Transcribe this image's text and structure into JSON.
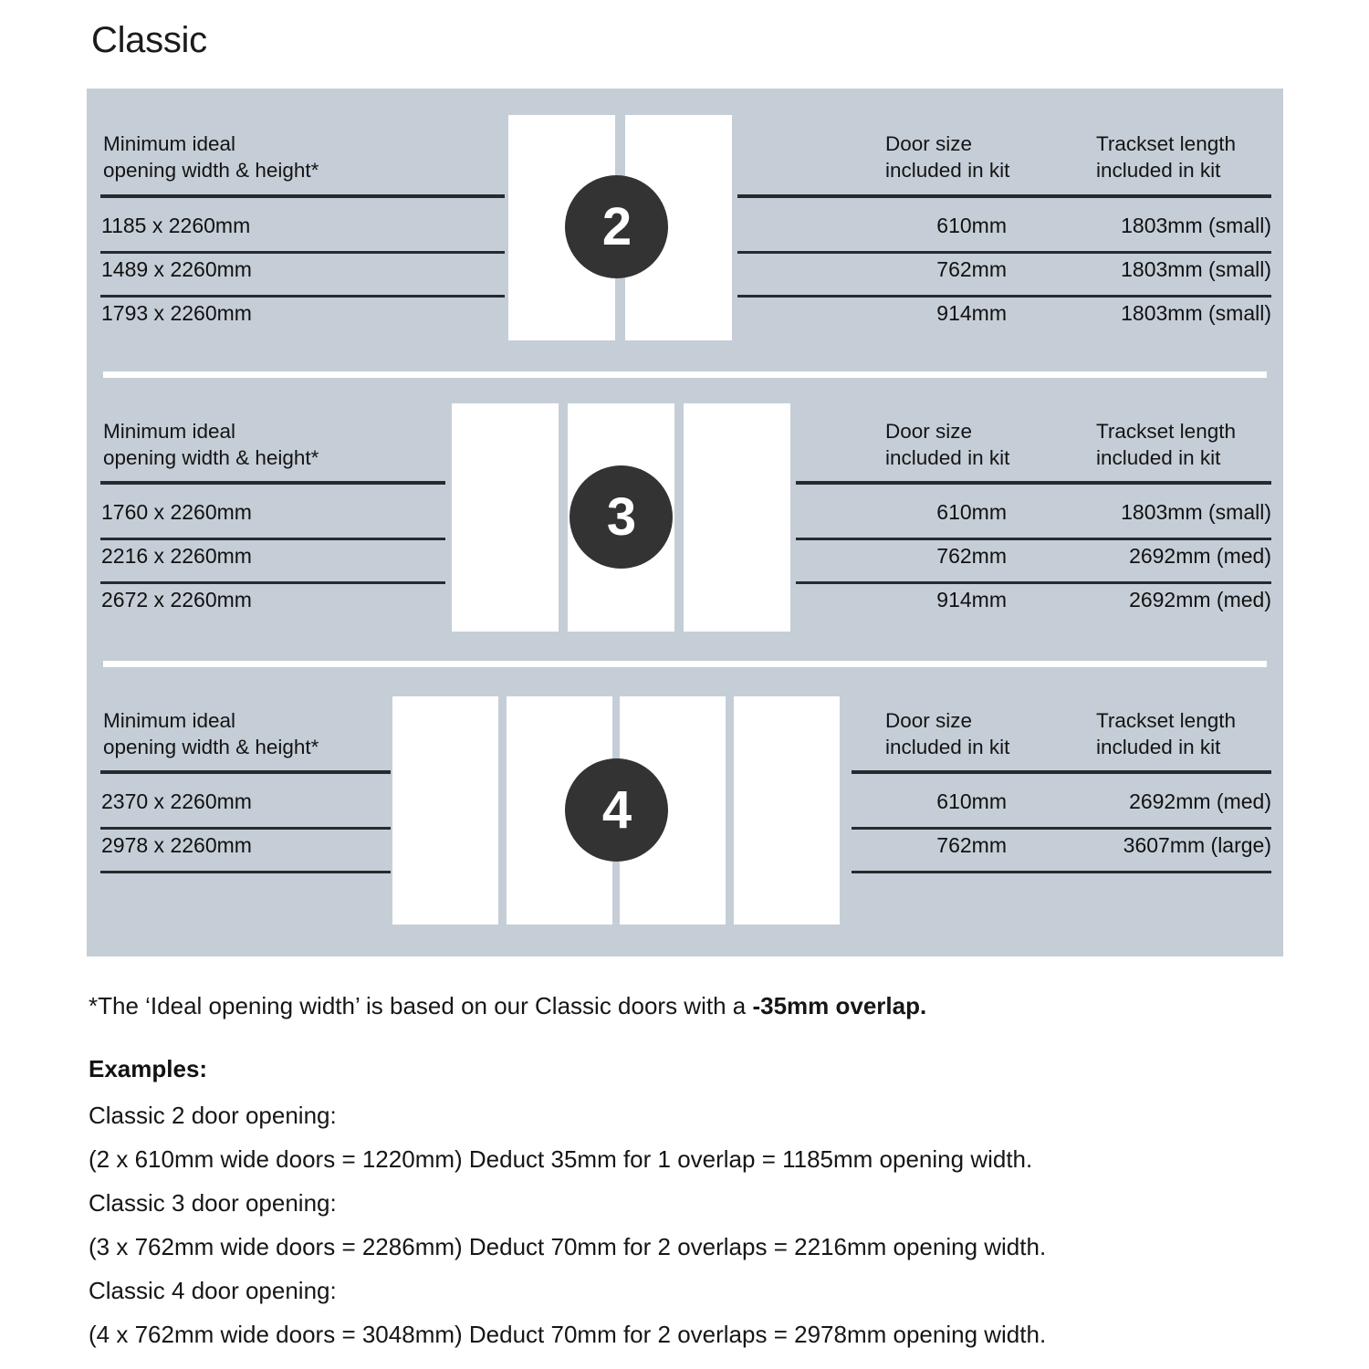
{
  "title": "Classic",
  "colors": {
    "panel_bg": "#c5ced7",
    "rule": "#262b2e",
    "badge_bg": "#333333",
    "door_fill": "#ffffff",
    "text": "#111111"
  },
  "panels": [
    {
      "badge": "2",
      "door_count": 2,
      "left_header": {
        "line1": "Minimum ideal",
        "line2": "opening width & height*"
      },
      "mid_header": {
        "line1": "Door size",
        "line2": "included in kit"
      },
      "right_header": {
        "line1": "Trackset length",
        "line2": "included in kit"
      },
      "rows": [
        {
          "opening": "1185 x 2260mm",
          "door_size": "610mm",
          "trackset": "1803mm (small)"
        },
        {
          "opening": "1489 x 2260mm",
          "door_size": "762mm",
          "trackset": "1803mm (small)"
        },
        {
          "opening": "1793 x 2260mm",
          "door_size": "914mm",
          "trackset": "1803mm (small)"
        }
      ]
    },
    {
      "badge": "3",
      "door_count": 3,
      "left_header": {
        "line1": "Minimum ideal",
        "line2": "opening width & height*"
      },
      "mid_header": {
        "line1": "Door size",
        "line2": "included in kit"
      },
      "right_header": {
        "line1": "Trackset length",
        "line2": "included in kit"
      },
      "rows": [
        {
          "opening": "1760 x 2260mm",
          "door_size": "610mm",
          "trackset": "1803mm (small)"
        },
        {
          "opening": "2216 x 2260mm",
          "door_size": "762mm",
          "trackset": "2692mm (med)"
        },
        {
          "opening": "2672 x 2260mm",
          "door_size": "914mm",
          "trackset": "2692mm (med)"
        }
      ]
    },
    {
      "badge": "4",
      "door_count": 4,
      "left_header": {
        "line1": "Minimum ideal",
        "line2": "opening width & height*"
      },
      "mid_header": {
        "line1": "Door size",
        "line2": "included in kit"
      },
      "right_header": {
        "line1": "Trackset length",
        "line2": "included in kit"
      },
      "rows": [
        {
          "opening": "2370 x 2260mm",
          "door_size": "610mm",
          "trackset": "2692mm (med)"
        },
        {
          "opening": "2978 x 2260mm",
          "door_size": "762mm",
          "trackset": "3607mm (large)"
        }
      ]
    }
  ],
  "footnote": {
    "normal": "*The ‘Ideal opening width’ is based on our Classic doors with a ",
    "bold": "-35mm overlap."
  },
  "examples": {
    "heading": "Examples:",
    "lines": [
      "Classic 2 door opening:",
      "(2 x 610mm wide doors = 1220mm)  Deduct 35mm for 1 overlap = 1185mm opening width.",
      "Classic 3 door opening:",
      "(3 x 762mm wide doors = 2286mm)  Deduct 70mm for 2 overlaps = 2216mm opening width.",
      "Classic 4 door opening:",
      "(4 x 762mm wide doors = 3048mm)  Deduct 70mm for 2 overlaps = 2978mm opening width."
    ]
  }
}
